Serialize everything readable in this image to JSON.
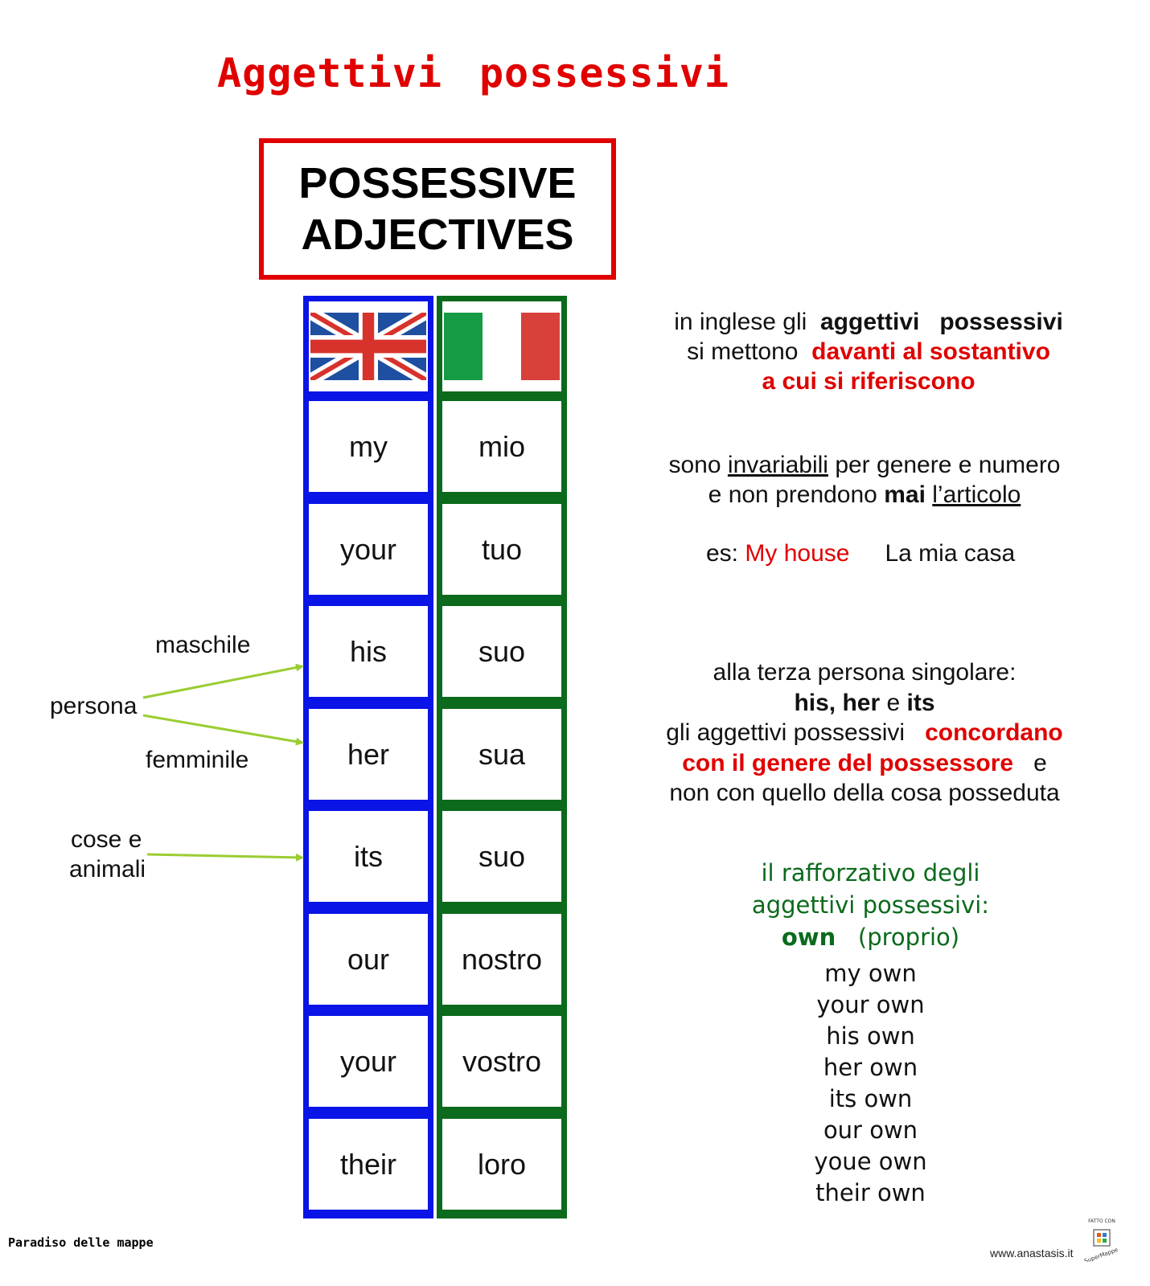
{
  "title": {
    "word1": "Aggettivi",
    "word2": "possessivi"
  },
  "header_box": {
    "line1": "POSSESSIVE",
    "line2": "ADJECTIVES"
  },
  "table": {
    "english": [
      "my",
      "your",
      "his",
      "her",
      "its",
      "our",
      "your",
      "their"
    ],
    "italian": [
      "mio",
      "tuo",
      "suo",
      "sua",
      "suo",
      "nostro",
      "vostro",
      "loro"
    ]
  },
  "side_labels": {
    "maschile": "maschile",
    "persona": "persona",
    "femminile": "femminile",
    "cose_line1": "cose e",
    "cose_line2": "animali"
  },
  "note1": {
    "p1": "in inglese gli",
    "b1": "aggettivi",
    "b2": "possessivi",
    "p2": "si mettono",
    "r1": "davanti al sostantivo",
    "r2": "a cui si riferiscono"
  },
  "note2": {
    "p1": "sono",
    "u1": "invariabili",
    "p2": "per genere e numero",
    "p3": "e non prendono",
    "b1": "mai",
    "u2": "l’articolo"
  },
  "example": {
    "prefix": "es:",
    "en": "My house",
    "it": "La mia casa"
  },
  "note3": {
    "l1": "alla terza persona singolare:",
    "b1": "his, her",
    "m1": "e",
    "b2": "its",
    "l3a": "gli aggettivi possessivi",
    "r1": "concordano",
    "r2": "con il genere del possessore",
    "l4b": "e",
    "l5": "non con quello della cosa posseduta"
  },
  "own": {
    "h1": "il rafforzativo degli",
    "h2": "aggettivi possessivi:",
    "word": "own",
    "paren": "(proprio)",
    "list": [
      "my own",
      "your own",
      "his own",
      "her own",
      "its own",
      "our own",
      "youe own",
      "their own"
    ]
  },
  "footer": {
    "left": "Paradiso delle mappe",
    "site": "www.anastasis.it",
    "logo_top": "FATTO CON",
    "logo_bottom": "SuperMappe"
  },
  "colors": {
    "red": "#e00000",
    "blue": "#0a14e6",
    "green": "#0b6a1c",
    "arrow": "#9acd32"
  },
  "icons": {
    "uk": "uk-flag-icon",
    "it": "italy-flag-icon",
    "logo": "supermappe-logo-icon"
  }
}
